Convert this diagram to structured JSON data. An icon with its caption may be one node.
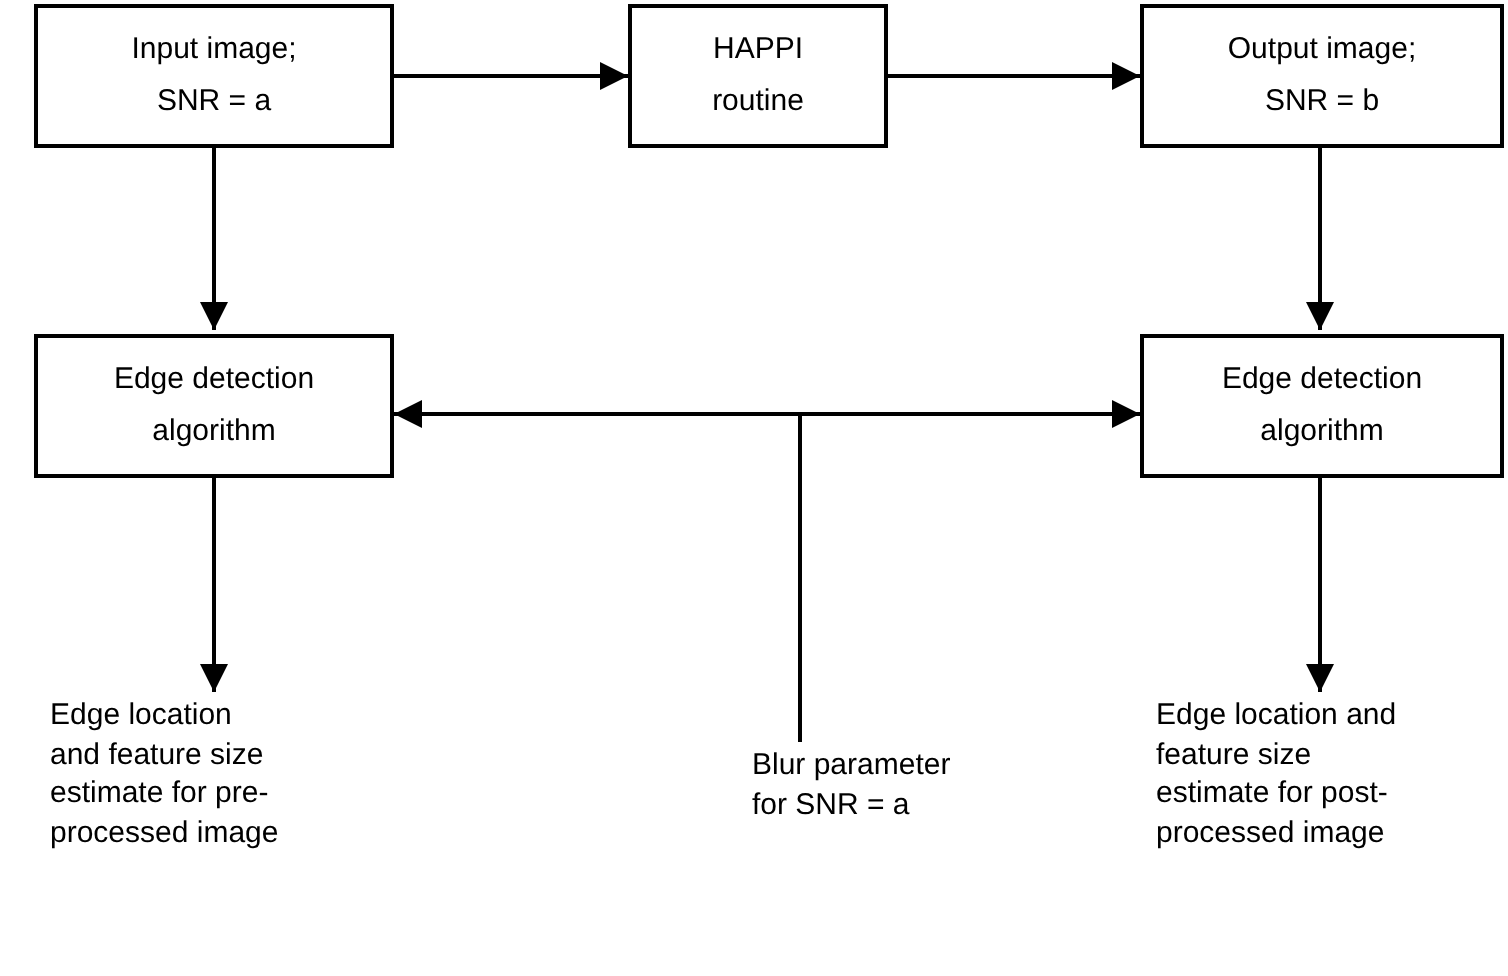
{
  "diagram": {
    "nodes": [
      {
        "text": [
          "Input image; SNR = a"
        ]
      },
      {
        "text": [
          "HAPPI routine"
        ]
      },
      {
        "text": [
          "Output image; SNR = b"
        ]
      },
      {
        "text": [
          "Edge detection algorithm"
        ]
      },
      {
        "text": [
          "Edge detection algorithm"
        ]
      },
      {
        "text": [
          "Edge location and feature size estimate for pre-processed image"
        ]
      },
      {
        "text": [
          "Edge location and feature size estimate for post-processed image"
        ]
      },
      {
        "text": [
          "Blur parameter for SNR = a"
        ]
      }
    ],
    "edges": [
      {
        "from": 0,
        "to": 1,
        "arrow": "to"
      },
      {
        "from": 1,
        "to": 2,
        "arrow": "to"
      },
      {
        "from": 0,
        "to": 3,
        "arrow": "to"
      },
      {
        "from": 2,
        "to": 4,
        "arrow": "to"
      },
      {
        "from": 3,
        "to": 4,
        "arrow": "both"
      },
      {
        "from": 3,
        "to": 5,
        "arrow": "to"
      },
      {
        "from": 4,
        "to": 6,
        "arrow": "to"
      },
      {
        "from": 7,
        "to": null,
        "arrow": "none"
      }
    ]
  }
}
